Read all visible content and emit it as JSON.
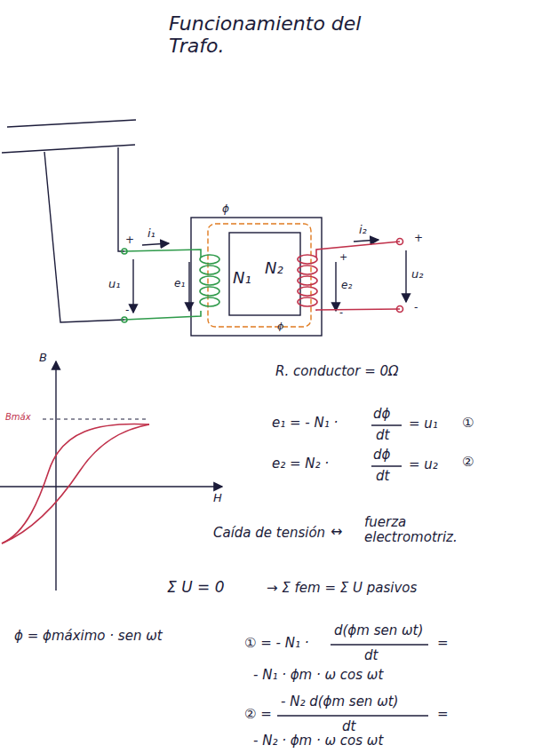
{
  "diagram": {
    "title": "Funcionamiento del Trafo.",
    "labels": [
      "ϕ",
      "i₁",
      "+",
      "-",
      "u₁",
      "e₁",
      "N₁",
      "N₂",
      "e₂",
      "+",
      "-",
      "i₂",
      "+",
      "-",
      "u₂",
      "ϕ",
      "B",
      "H",
      "Bmáx",
      "R. conductor = 0Ω",
      "e₁ = - N₁ ·",
      "dϕ",
      "dt",
      "= u₁",
      "①",
      "e₂ = N₂ ·",
      "dϕ",
      "dt",
      "= u₂",
      "②",
      "Caída de tensión",
      "↔",
      "fuerza electromotriz.",
      "Σ U = 0",
      "→ Σ fem = Σ U pasivos",
      "ϕ = ϕmáximo · sen ωt",
      "① = - N₁ ·",
      "d(ϕm sen ωt)",
      "dt",
      "=",
      "- N₁ · ϕm · ω cos ωt",
      "② =",
      "- N₂ d(ϕm sen ωt)",
      "dt",
      "=",
      "- N₂ · ϕm · ω cos ωt"
    ]
  }
}
